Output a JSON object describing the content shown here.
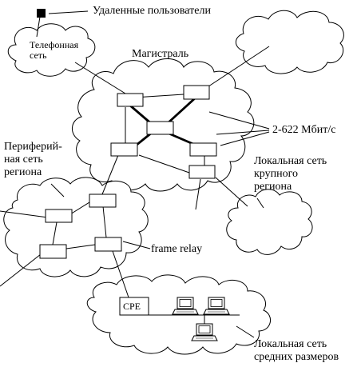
{
  "labels": {
    "remote_users": "Удаленные пользователи",
    "phone_network": "Телефонная\nсеть",
    "backbone": "Магистраль",
    "speed": "2-622 Мбит/с",
    "peripheral_network": "Периферий-\nная сеть\nрегиона",
    "large_region_lan": "Локальная сеть\nкрупного\nрегиона",
    "frame_relay": "frame relay",
    "cpe": "CPE",
    "medium_lan": "Локальная сеть\nсредних размеров"
  },
  "icons": {
    "remote_user": "remote-user-square-icon",
    "router": "router-box-icon",
    "workstation": "computer-workstation-icon",
    "cloud": "network-cloud-icon"
  },
  "colors": {
    "stroke": "#000000",
    "background": "#ffffff"
  }
}
